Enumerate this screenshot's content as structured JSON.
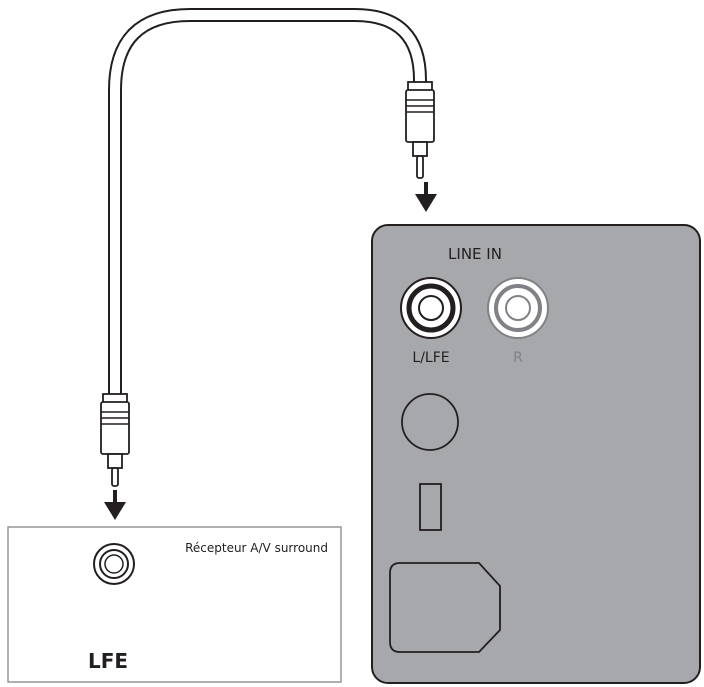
{
  "receiver": {
    "caption": "Récepteur A/V surround",
    "jack_label": "LFE"
  },
  "subwoofer_panel": {
    "section_label": "LINE IN",
    "left_jack_label": "L/LFE",
    "right_jack_label": "R"
  },
  "colors": {
    "panel_fill": "#a6a8ab",
    "panel_stroke": "#231f20",
    "active_jack": "#231f20",
    "inactive_jack": "#808285",
    "arrow": "#231f20",
    "receiver_border": "#939598"
  }
}
